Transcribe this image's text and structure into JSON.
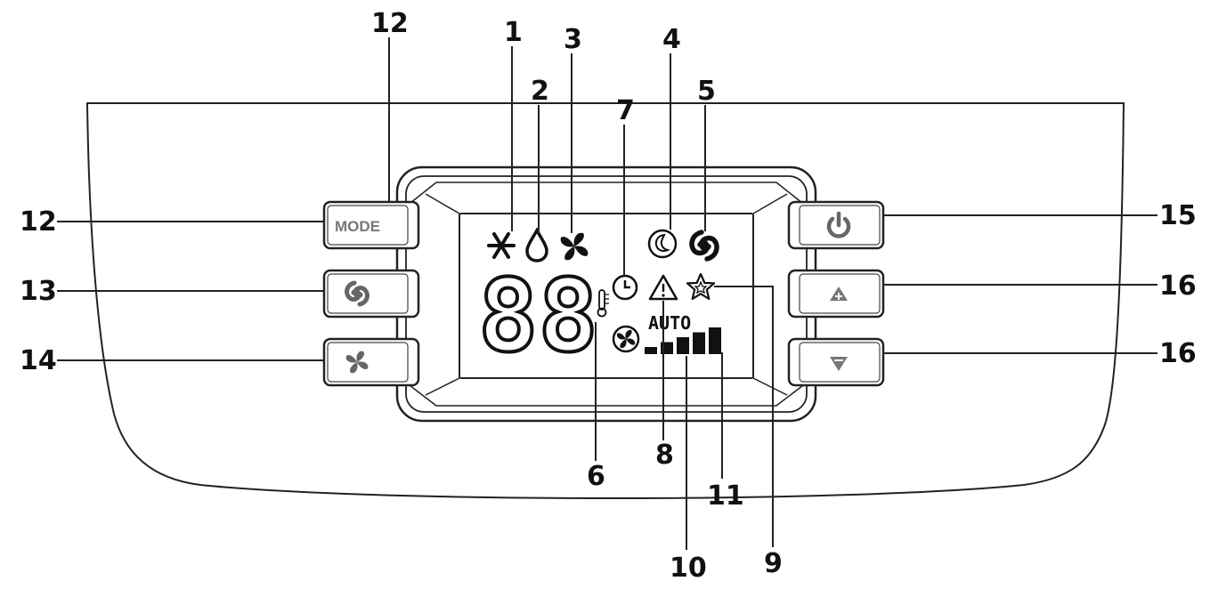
{
  "buttons": {
    "mode_label": "MODE"
  },
  "display": {
    "digits": "88",
    "auto_label": "AUTO",
    "fan_level_bars": 5
  },
  "callouts": {
    "n1": "1",
    "n2": "2",
    "n3": "3",
    "n4": "4",
    "n5": "5",
    "n6": "6",
    "n7": "7",
    "n8": "8",
    "n9": "9",
    "n10": "10",
    "n11": "11",
    "n12_top": "12",
    "n12_left": "12",
    "n13": "13",
    "n14": "14",
    "n15": "15",
    "n16_top": "16",
    "n16_bottom": "16"
  },
  "icons": {
    "cool": "snowflake-icon",
    "dry": "water-drop-icon",
    "fan": "fan-icon",
    "sleep": "sleep-icon",
    "swing": "swing-icon",
    "timer": "clock-icon",
    "warning": "warning-icon",
    "eco": "star-icon",
    "thermometer": "thermometer-icon",
    "power": "power-icon",
    "up": "arrow-up-icon",
    "down": "arrow-down-icon"
  }
}
